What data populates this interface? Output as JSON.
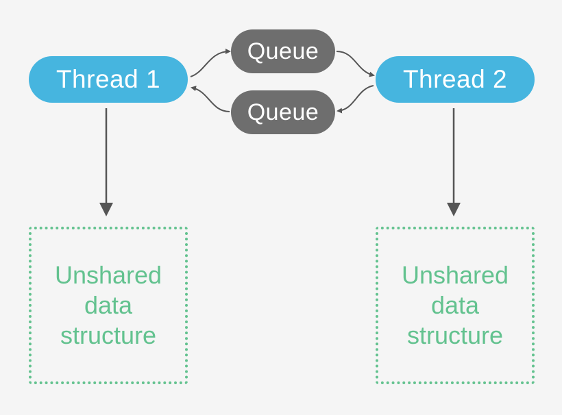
{
  "diagram": {
    "threads": [
      {
        "label": "Thread 1",
        "color": "#46b5df"
      },
      {
        "label": "Thread 2",
        "color": "#46b5df"
      }
    ],
    "queues": [
      {
        "label": "Queue",
        "color": "#6e6e6e"
      },
      {
        "label": "Queue",
        "color": "#6e6e6e"
      }
    ],
    "data_boxes": [
      {
        "lines": [
          "Unshared",
          "data",
          "structure"
        ],
        "color": "#63c28f"
      },
      {
        "lines": [
          "Unshared",
          "data",
          "structure"
        ],
        "color": "#63c28f"
      }
    ],
    "edges": [
      {
        "from": "Thread 1",
        "to": "Queue (top)"
      },
      {
        "from": "Queue (top)",
        "to": "Thread 2"
      },
      {
        "from": "Thread 2",
        "to": "Queue (bottom)"
      },
      {
        "from": "Queue (bottom)",
        "to": "Thread 1"
      },
      {
        "from": "Thread 1",
        "to": "Unshared data structure (left)"
      },
      {
        "from": "Thread 2",
        "to": "Unshared data structure (right)"
      }
    ],
    "arrow_color": "#555555"
  }
}
